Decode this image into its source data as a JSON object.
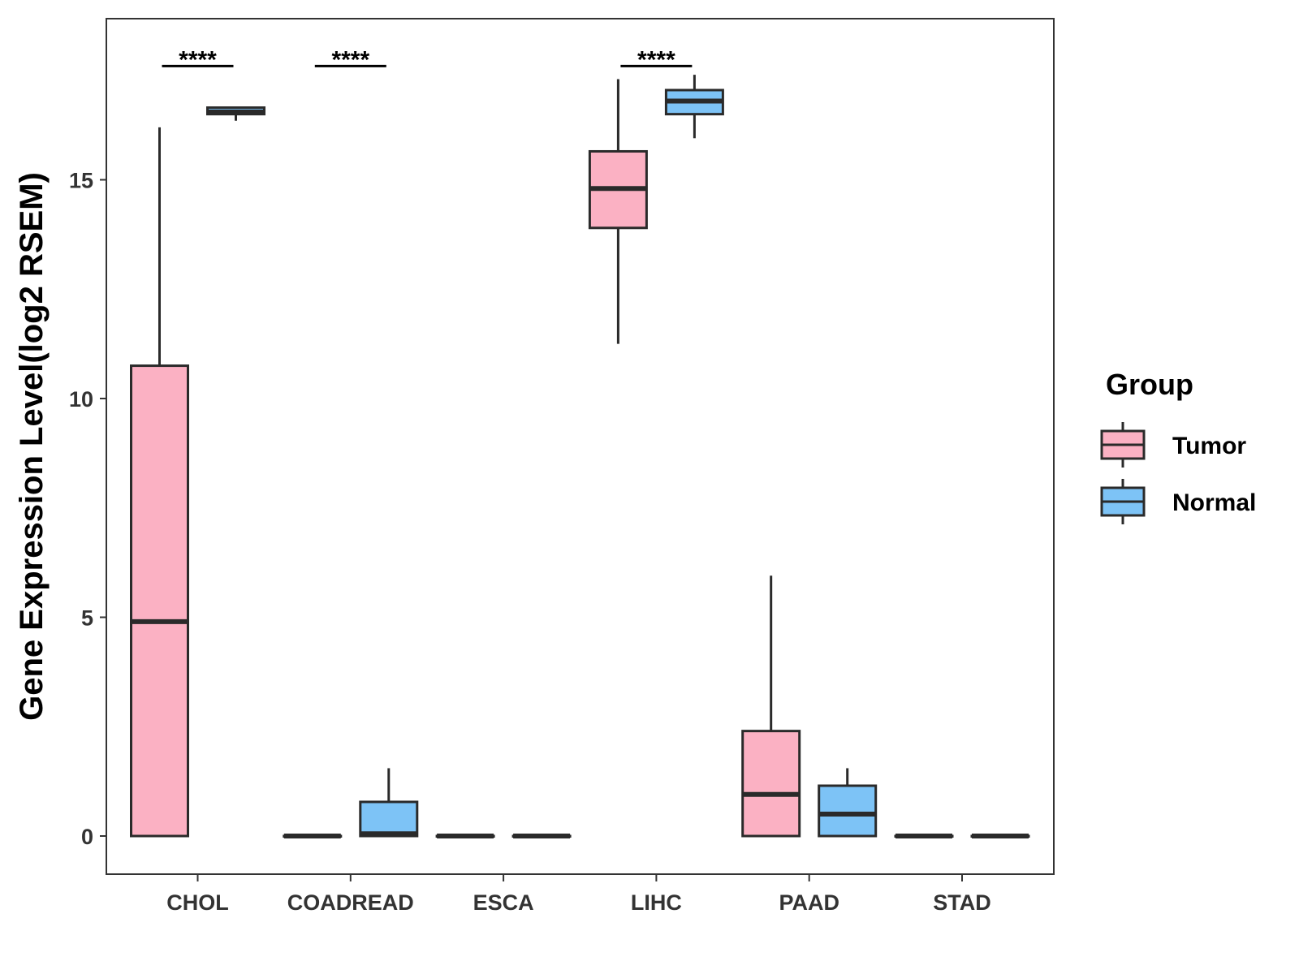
{
  "chart_data": {
    "type": "box",
    "title": "",
    "xlabel": "",
    "ylabel": "Gene Expression Level(log2 RSEM)",
    "ylim": [
      -0.9,
      18.6
    ],
    "yticks": [
      0,
      5,
      10,
      15
    ],
    "ytick_labels": [
      "0",
      "5",
      "10",
      "15"
    ],
    "categories": [
      "CHOL",
      "COADREAD",
      "ESCA",
      "LIHC",
      "PAAD",
      "STAD"
    ],
    "grid": false,
    "legend": {
      "title": "Group",
      "placement": "right",
      "entries": [
        {
          "label": "Tumor",
          "color": "#FBB1C3"
        },
        {
          "label": "Normal",
          "color": "#7DC3F6"
        }
      ]
    },
    "series": [
      {
        "name": "Tumor",
        "color": "#FBB1C3",
        "boxes": [
          {
            "category": "CHOL",
            "min": 0,
            "q1": 0,
            "median": 4.9,
            "q3": 10.75,
            "max": 16.2
          },
          {
            "category": "COADREAD",
            "min": 0,
            "q1": 0,
            "median": 0,
            "q3": 0,
            "max": 0
          },
          {
            "category": "ESCA",
            "min": 0,
            "q1": 0,
            "median": 0,
            "q3": 0,
            "max": 0
          },
          {
            "category": "LIHC",
            "min": 11.25,
            "q1": 13.9,
            "median": 14.8,
            "q3": 15.65,
            "max": 17.3
          },
          {
            "category": "PAAD",
            "min": 0,
            "q1": 0,
            "median": 0.95,
            "q3": 2.4,
            "max": 5.95
          },
          {
            "category": "STAD",
            "min": 0,
            "q1": 0,
            "median": 0,
            "q3": 0,
            "max": 0
          }
        ]
      },
      {
        "name": "Normal",
        "color": "#7DC3F6",
        "boxes": [
          {
            "category": "CHOL",
            "min": 16.35,
            "q1": 16.5,
            "median": 16.55,
            "q3": 16.65,
            "max": 16.65
          },
          {
            "category": "COADREAD",
            "min": 0,
            "q1": 0,
            "median": 0.05,
            "q3": 0.78,
            "max": 1.55
          },
          {
            "category": "ESCA",
            "min": 0,
            "q1": 0,
            "median": 0,
            "q3": 0,
            "max": 0
          },
          {
            "category": "LIHC",
            "min": 15.95,
            "q1": 16.5,
            "median": 16.8,
            "q3": 17.05,
            "max": 17.4
          },
          {
            "category": "PAAD",
            "min": 0,
            "q1": 0,
            "median": 0.5,
            "q3": 1.15,
            "max": 1.55
          },
          {
            "category": "STAD",
            "min": 0,
            "q1": 0,
            "median": 0,
            "q3": 0,
            "max": 0
          }
        ]
      }
    ],
    "annotations": [
      {
        "category": "CHOL",
        "text": "****",
        "y": 17.6
      },
      {
        "category": "COADREAD",
        "text": "****",
        "y": 17.6
      },
      {
        "category": "LIHC",
        "text": "****",
        "y": 17.6
      }
    ]
  }
}
